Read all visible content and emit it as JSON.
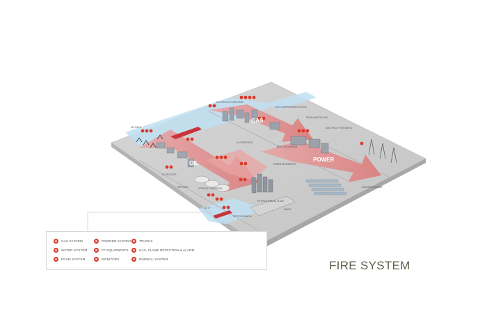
{
  "title": "FIRE SYSTEM",
  "zones": {
    "gas": "GAS",
    "oil": "OIL",
    "power": "POWER"
  },
  "map_labels": {
    "gas_compression": "GAS COMPRESSION STATION",
    "gas_field": "GAS FIELD & PLATFORMS",
    "gas_process": "GAS PROCESS",
    "oil_process": "OIL PROCESS",
    "oil_field": "OIL FIELD",
    "storage": "STORAGE TANK FARM",
    "power_generation": "POWER GENERATION",
    "substation": "SUBSTATION AREA",
    "electricity_network": "ELECTRICITY NETWORK",
    "petrochemical_plant": "PETROCHEMICAL PLANT",
    "petrochemical": "PETROCHEMICAL",
    "jetty": "JETTY",
    "desalination": "DESALINATION UNIT",
    "heat_exchanger": "HEAT EXCHANGER",
    "refinery": "REFINERY",
    "tanks": "TANKS"
  },
  "legend": [
    {
      "label": "GAS SYSTEM",
      "icon": "gas-system-icon"
    },
    {
      "label": "WATER SYSTEM",
      "icon": "water-system-icon"
    },
    {
      "label": "FOAM SYSTEM",
      "icon": "foam-system-icon"
    },
    {
      "label": "POWDER SYSTEM",
      "icon": "powder-system-icon"
    },
    {
      "label": "FF EQUIPMENTS",
      "icon": "ff-equipments-icon"
    },
    {
      "label": "MONITORS",
      "icon": "monitors-icon"
    },
    {
      "label": "TRUCKS",
      "icon": "trucks-icon"
    },
    {
      "label": "GAS, FLAME DETECTION & ALARM",
      "icon": "detection-alarm-icon"
    },
    {
      "label": "RIMSEAL SYSTEM",
      "icon": "rimseal-system-icon"
    }
  ],
  "colors": {
    "accent_red": "#d93a2b",
    "arrow_pink": "#e8a0a0",
    "platform_grey": "#c9c9c9",
    "water_blue": "#a9d4ea",
    "title_text": "#5f5f4f"
  }
}
